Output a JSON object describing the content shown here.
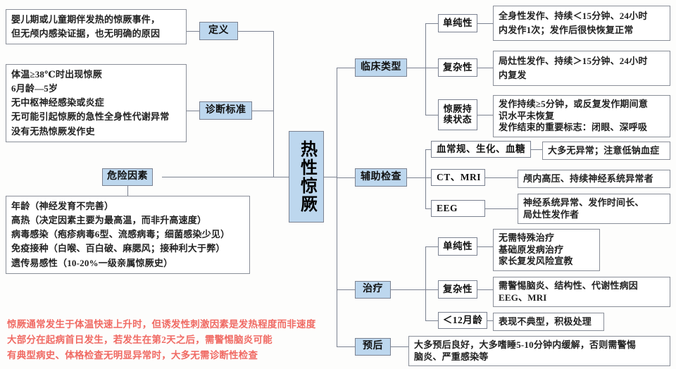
{
  "center": {
    "label": "热性惊厥"
  },
  "colors": {
    "node_fill": "#bdd7ee",
    "node_border": "#7b8291",
    "box_border": "#8a8f99",
    "line": "#7b8291",
    "warning_text": "#f06a63"
  },
  "left": {
    "branches": [
      {
        "key": "definition",
        "label": "定义",
        "detail_lines": [
          "婴儿期或儿童期伴发热的惊厥事件，",
          "但无颅内感染证据，也无明确的原因"
        ]
      },
      {
        "key": "diagnostic_criteria",
        "label": "诊断标准",
        "detail_lines": [
          "体温≥38℃时出现惊厥",
          "6月龄—5岁",
          "无中枢神经感染或炎症",
          "无可能引起惊厥的急性全身性代谢异常",
          "没有无热惊厥发作史"
        ]
      },
      {
        "key": "risk_factors",
        "label": "危险因素",
        "detail_lines": [
          "年龄（神经发育不完善）",
          "高热（决定因素主要为最高温，而非升高速度）",
          "病毒感染（疱疹病毒6型、流感病毒；细菌感染少见）",
          "免疫接种（白喉、百白破、麻腮风；接种利大于弊）",
          "遗传易感性（10-20%一级亲属惊厥史）"
        ]
      }
    ]
  },
  "right": {
    "branches": [
      {
        "key": "clinical_types",
        "label": "临床类型",
        "children": [
          {
            "label": "单纯性",
            "detail_lines": [
              "全身性发作、持续＜15分钟、24小时",
              "内发作1次；发作后很快恢复正常"
            ]
          },
          {
            "label": "复杂性",
            "detail_lines": [
              "局灶性发作、持续＞15分钟、24小时",
              "内复发"
            ]
          },
          {
            "label": "惊厥持\n续状态",
            "label_lines": [
              "惊厥持",
              "续状态"
            ],
            "detail_lines": [
              "发作持续≥5分钟，或反复发作期间意",
              "识水平未恢复",
              "发作结束的重要标志：闭眼、深呼吸"
            ]
          }
        ]
      },
      {
        "key": "auxiliary_exams",
        "label": "辅助检查",
        "children": [
          {
            "label": "血常规、生化、血糖",
            "detail_lines": [
              "大多无异常；注意低钠血症"
            ]
          },
          {
            "label": "CT、MRI",
            "detail_lines": [
              "颅内高压、持续神经系统异常者"
            ]
          },
          {
            "label": "EEG",
            "detail_lines": [
              "神经系统异常、发作时间长、",
              "局灶性发作者"
            ]
          }
        ]
      },
      {
        "key": "treatment",
        "label": "治疗",
        "children": [
          {
            "label": "单纯性",
            "detail_lines": [
              "无需特殊治疗",
              "基础原发病治疗",
              "家长复发风险宣教"
            ]
          },
          {
            "label": "复杂性",
            "detail_lines": [
              "需警惕脑炎、结构性、代谢性病因",
              "EEG、MRI"
            ]
          },
          {
            "label": "＜12月龄",
            "detail_lines": [
              "表现不典型，积极处理"
            ]
          }
        ]
      },
      {
        "key": "prognosis",
        "label": "预后",
        "children": [],
        "detail_lines": [
          "大多预后良好，大多嗜睡5-10分钟内缓解，否则需警惕",
          "脑炎、严重感染等"
        ]
      }
    ]
  },
  "warning": {
    "lines": [
      "惊厥通常发生于体温快速上升时，但诱发性刺激因素是发热程度而非速度",
      "大部分在起病首日发生，若发生在第2天之后，需警惕脑炎可能",
      "有典型病史、体格检查无明显异常时，大多无需诊断性检查"
    ]
  }
}
